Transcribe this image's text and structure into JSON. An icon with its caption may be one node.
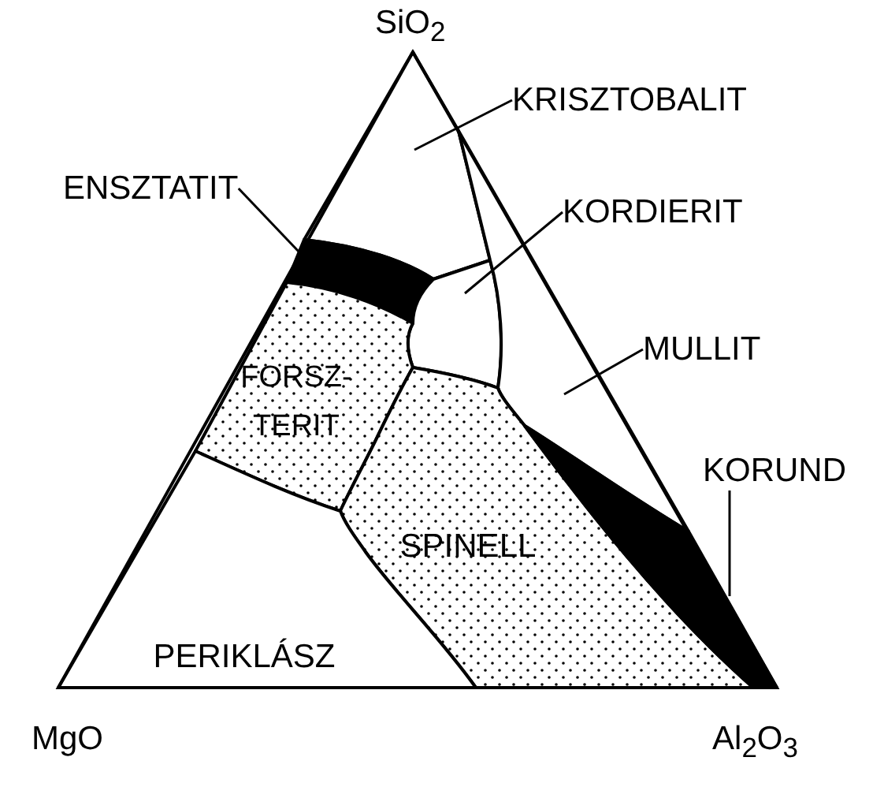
{
  "diagram": {
    "nodes": [
      {
        "text": [
          "KRISZTOBALIT"
        ]
      },
      {
        "text": [],
        "shape": "polygon"
      },
      {
        "text": [
          "ENSZTATIT"
        ]
      },
      {
        "text": [],
        "shape": "polygon"
      },
      {
        "text": [
          "KORDIERIT"
        ]
      },
      {
        "text": [],
        "shape": "polygon"
      },
      {
        "text": [
          "FORSZ- TERIT"
        ]
      },
      {
        "text": [
          "MULLIT"
        ]
      },
      {
        "text": [],
        "shape": "polygon"
      },
      {
        "text": [
          "SPINELL"
        ]
      },
      {
        "text": [
          "KORUND"
        ]
      },
      {
        "text": [],
        "shape": "polygon"
      },
      {
        "text": [
          "PERIKLÁSZ"
        ]
      }
    ],
    "edges": [
      {
        "from": 0,
        "to": 1,
        "arrow": "none"
      },
      {
        "from": 2,
        "to": 3,
        "arrow": "none"
      },
      {
        "from": 4,
        "to": 5,
        "arrow": "none"
      },
      {
        "from": 7,
        "to": 8,
        "arrow": "none"
      },
      {
        "from": 10,
        "to": 11,
        "arrow": "none"
      }
    ],
    "labels": [
      "SiO$_{2}$",
      "MgO",
      "Al$_{2}$O$_{3}$"
    ]
  }
}
